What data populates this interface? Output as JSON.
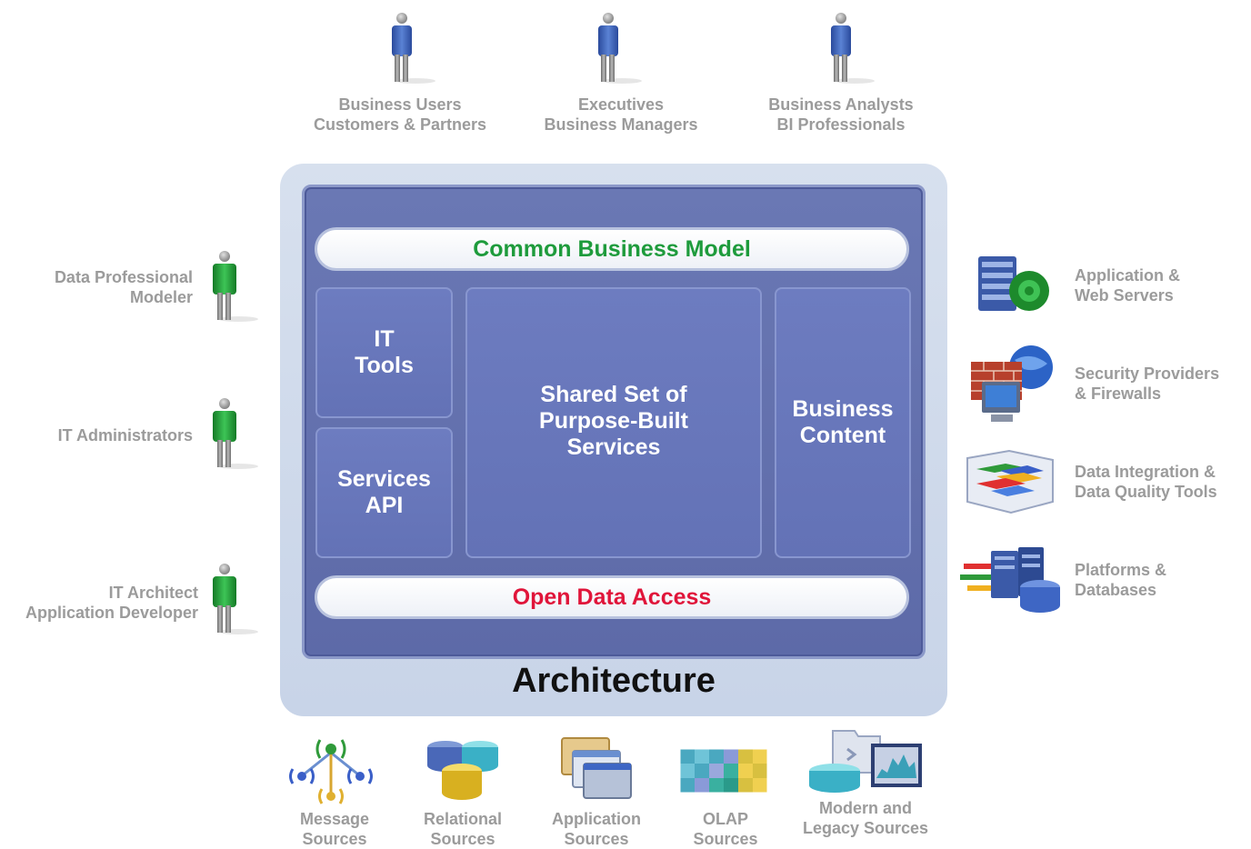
{
  "top_users": [
    {
      "line1": "Business Users",
      "line2": "Customers & Partners"
    },
    {
      "line1": "Executives",
      "line2": "Business Managers"
    },
    {
      "line1": "Business Analysts",
      "line2": "BI Professionals"
    }
  ],
  "left_users": [
    {
      "line1": "Data Professional",
      "line2": "Modeler"
    },
    {
      "line1": "IT Administrators",
      "line2": ""
    },
    {
      "line1": "IT Architect",
      "line2": "Application Developer"
    }
  ],
  "right_items": [
    {
      "line1": "Application &",
      "line2": "Web Servers",
      "icon": "server-gear-icon"
    },
    {
      "line1": "Security Providers",
      "line2": "& Firewalls",
      "icon": "firewall-icon"
    },
    {
      "line1": "Data Integration &",
      "line2": "Data Quality Tools",
      "icon": "data-integration-icon"
    },
    {
      "line1": "Platforms &",
      "line2": "Databases",
      "icon": "database-servers-icon"
    }
  ],
  "bottom_sources": [
    {
      "line1": "Message",
      "line2": "Sources",
      "icon": "wireless-signal-icon"
    },
    {
      "line1": "Relational",
      "line2": "Sources",
      "icon": "database-cylinders-icon"
    },
    {
      "line1": "Application",
      "line2": "Sources",
      "icon": "application-windows-icon"
    },
    {
      "line1": "OLAP",
      "line2": "Sources",
      "icon": "olap-cube-icon"
    },
    {
      "line1": "Modern and",
      "line2": "Legacy Sources",
      "icon": "legacy-systems-icon"
    }
  ],
  "architecture": {
    "common_business_model": "Common Business Model",
    "it_tools": [
      "IT",
      "Tools"
    ],
    "services_api": [
      "Services",
      "API"
    ],
    "shared_services": [
      "Shared Set of",
      "Purpose-Built",
      "Services"
    ],
    "business_content": [
      "Business",
      "Content"
    ],
    "open_data_access": "Open Data Access",
    "title": "Architecture"
  },
  "colors": {
    "business_user_shirt": "#3a5fb0",
    "it_user_shirt": "#1f9b35",
    "common_business_model_text": "#1e9b3c",
    "open_data_access_text": "#e0153a",
    "label_gray": "#9b9b9b"
  }
}
